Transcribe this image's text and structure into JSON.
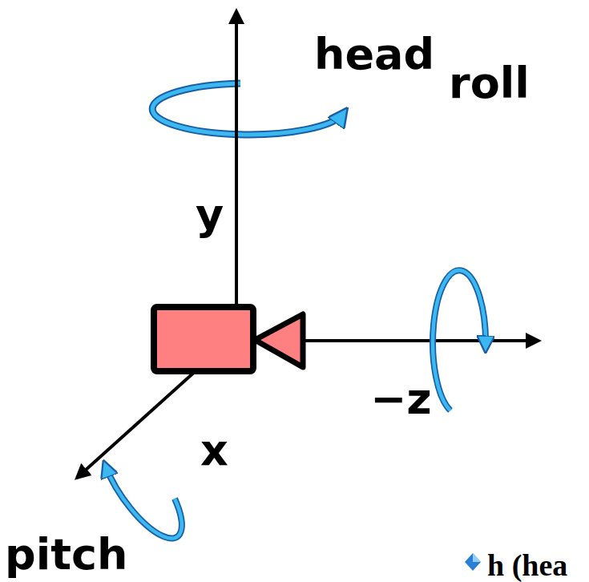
{
  "diagram": {
    "labels": [
      "head",
      "y",
      "roll",
      "−z",
      "x",
      "pitch",
      "h (hea"
    ]
  }
}
